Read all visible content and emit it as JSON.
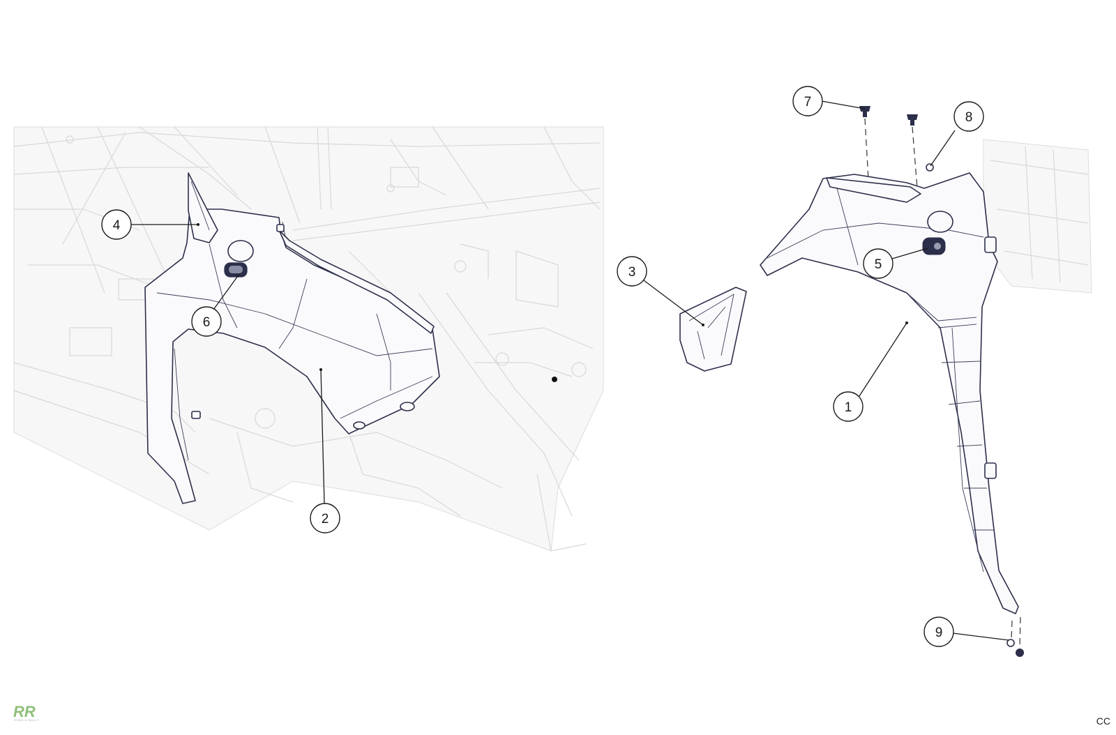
{
  "callouts": [
    {
      "id": "1",
      "label": "1"
    },
    {
      "id": "2",
      "label": "2"
    },
    {
      "id": "3",
      "label": "3"
    },
    {
      "id": "4",
      "label": "4"
    },
    {
      "id": "5",
      "label": "5"
    },
    {
      "id": "6",
      "label": "6"
    },
    {
      "id": "7",
      "label": "7"
    },
    {
      "id": "8",
      "label": "8"
    },
    {
      "id": "9",
      "label": "9"
    }
  ],
  "logo": {
    "text": "RR",
    "subtext": "ROAD & RALLY"
  },
  "corner_code": "CC",
  "colors": {
    "line": "#2c2f4a",
    "background_structure": "#d8d8d8",
    "logo": "#8fbf7a"
  }
}
